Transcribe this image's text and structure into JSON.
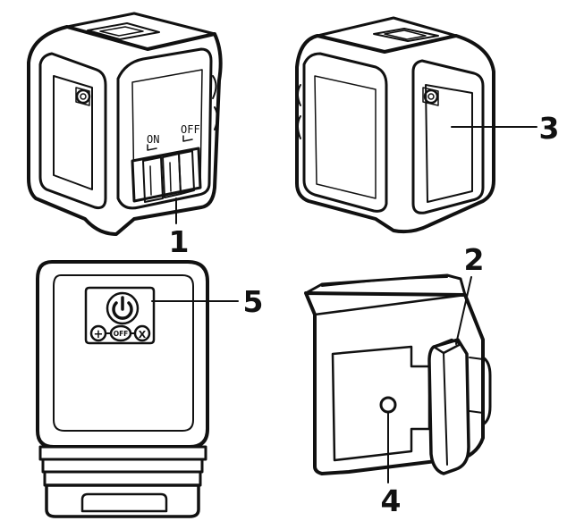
{
  "callouts": {
    "c1": "1",
    "c2": "2",
    "c3": "3",
    "c4": "4",
    "c5": "5"
  },
  "switch": {
    "on_label": "ON",
    "off_label": "OFF"
  },
  "keypad": {
    "plus_label": "+",
    "off_label": "OFF",
    "x_label": "X"
  },
  "icons": {
    "power": "power-icon"
  }
}
